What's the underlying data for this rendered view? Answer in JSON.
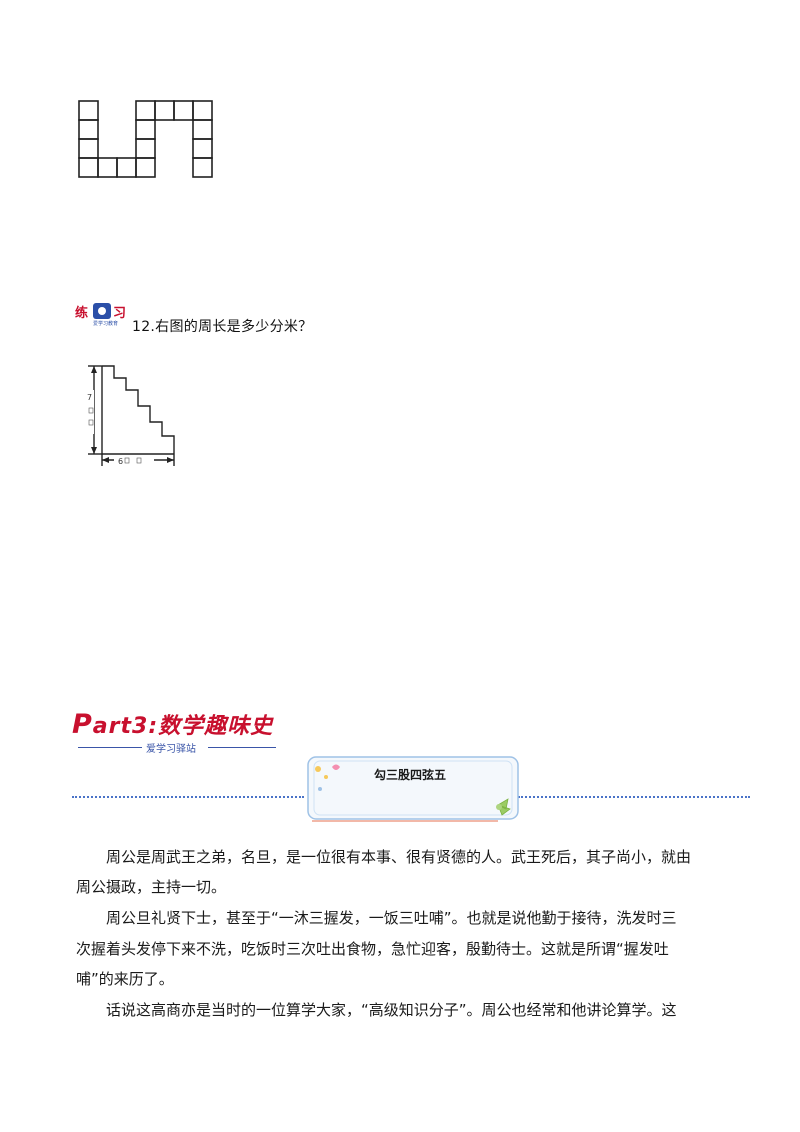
{
  "practice": {
    "badge_label": "练习",
    "badge_sub": "爱学习教育",
    "question": "12.右图的周长是多少分米？"
  },
  "stair_figure": {
    "height_label": "7",
    "width_label": "6"
  },
  "part3": {
    "title_p": "P",
    "title_rest": "art3:数学趣味史",
    "subtitle": "爱学习驿站"
  },
  "banner": {
    "title": "勾三股四弦五"
  },
  "story": {
    "lines": [
      "周公是周武王之弟，名旦，是一位很有本事、很有贤德的人。武王死后，其子尚小，就由",
      "周公摄政，主持一切。",
      "周公旦礼贤下士，甚至于“一沐三握发，一饭三吐哺”。也就是说他勤于接待，洗发时三",
      "次握着头发停下来不洗，吃饭时三次吐出食物，急忙迎客，殷勤待士。这就是所谓“握发吐",
      "哺”的来历了。",
      "话说这高商亦是当时的一位算学大家，“高级知识分子”。周公也经常和他讲论算学。这"
    ]
  },
  "colors": {
    "title_red": "#c8102e",
    "accent_blue": "#3a55a8",
    "dotted_blue": "#4a73c8"
  }
}
